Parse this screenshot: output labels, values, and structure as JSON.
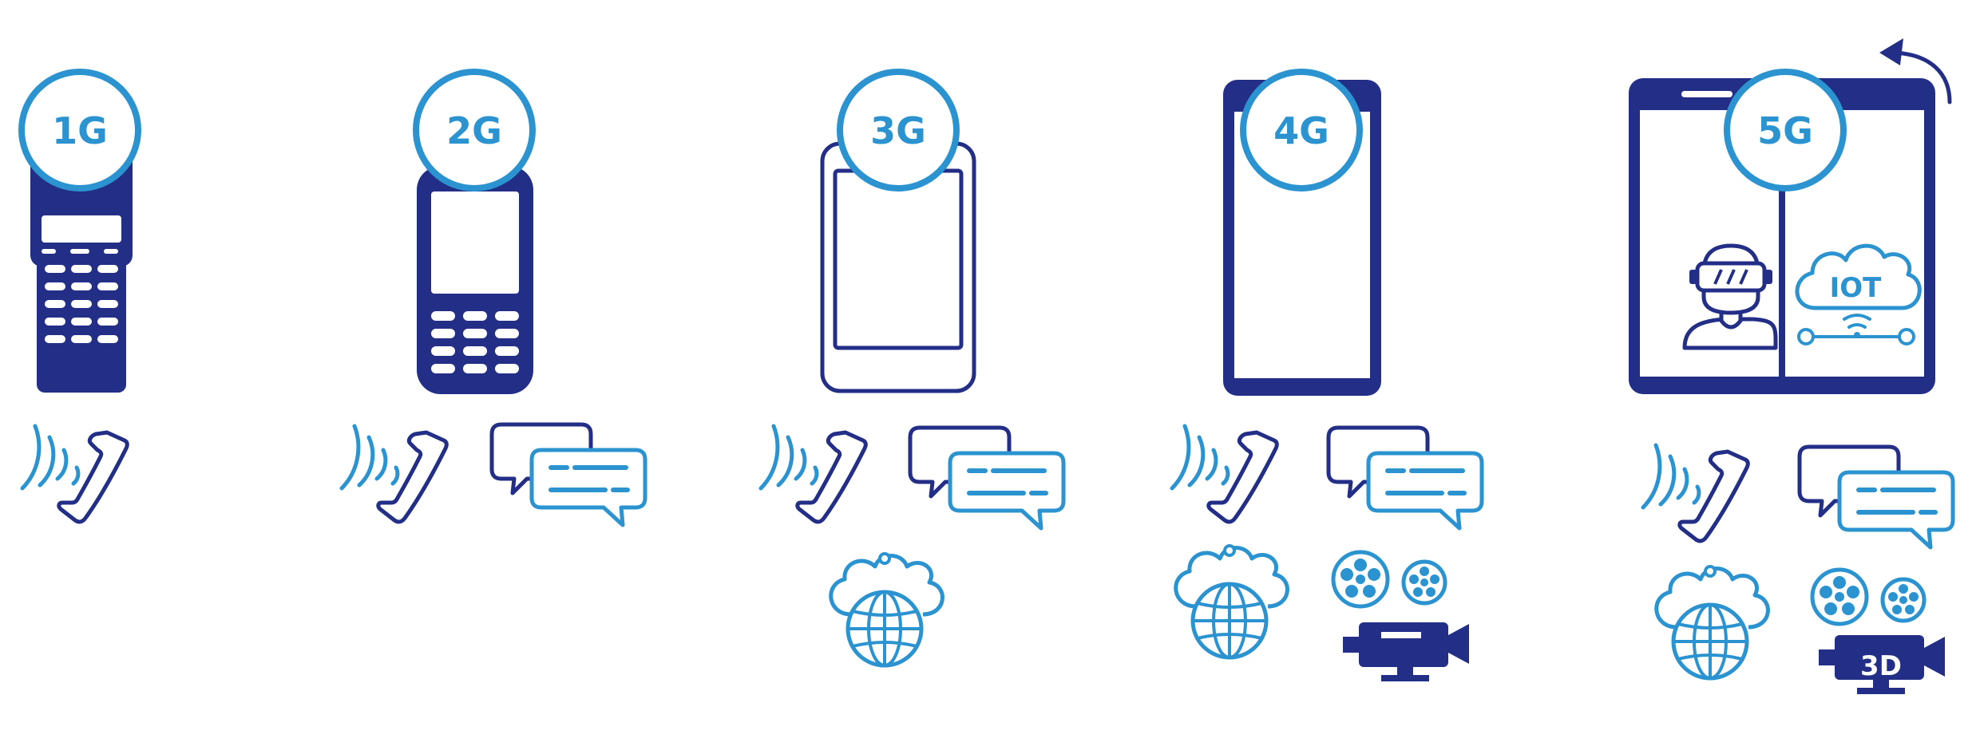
{
  "colors": {
    "navy": "#232f86",
    "blue": "#2a93d0",
    "white": "#ffffff"
  },
  "generations": [
    {
      "label": "1G",
      "device": "keypad-brick-phone",
      "features": [
        "voice-call"
      ]
    },
    {
      "label": "2G",
      "device": "keypad-phone",
      "features": [
        "voice-call",
        "messaging"
      ]
    },
    {
      "label": "3G",
      "device": "touchscreen-phone-outline",
      "features": [
        "voice-call",
        "messaging",
        "internet"
      ]
    },
    {
      "label": "4G",
      "device": "smartphone",
      "features": [
        "voice-call",
        "messaging",
        "internet",
        "video"
      ]
    },
    {
      "label": "5G",
      "device": "foldable-phone",
      "features": [
        "voice-call",
        "messaging",
        "internet",
        "3d-video",
        "virtual-reality",
        "iot"
      ]
    }
  ],
  "badges": {
    "iot": "IOT",
    "video_3d": "3D"
  },
  "icons": [
    "phone-handset-icon",
    "chat-bubbles-icon",
    "globe-cloud-icon",
    "film-camera-icon",
    "vr-headset-icon",
    "iot-cloud-icon",
    "rotate-arrow-icon"
  ]
}
